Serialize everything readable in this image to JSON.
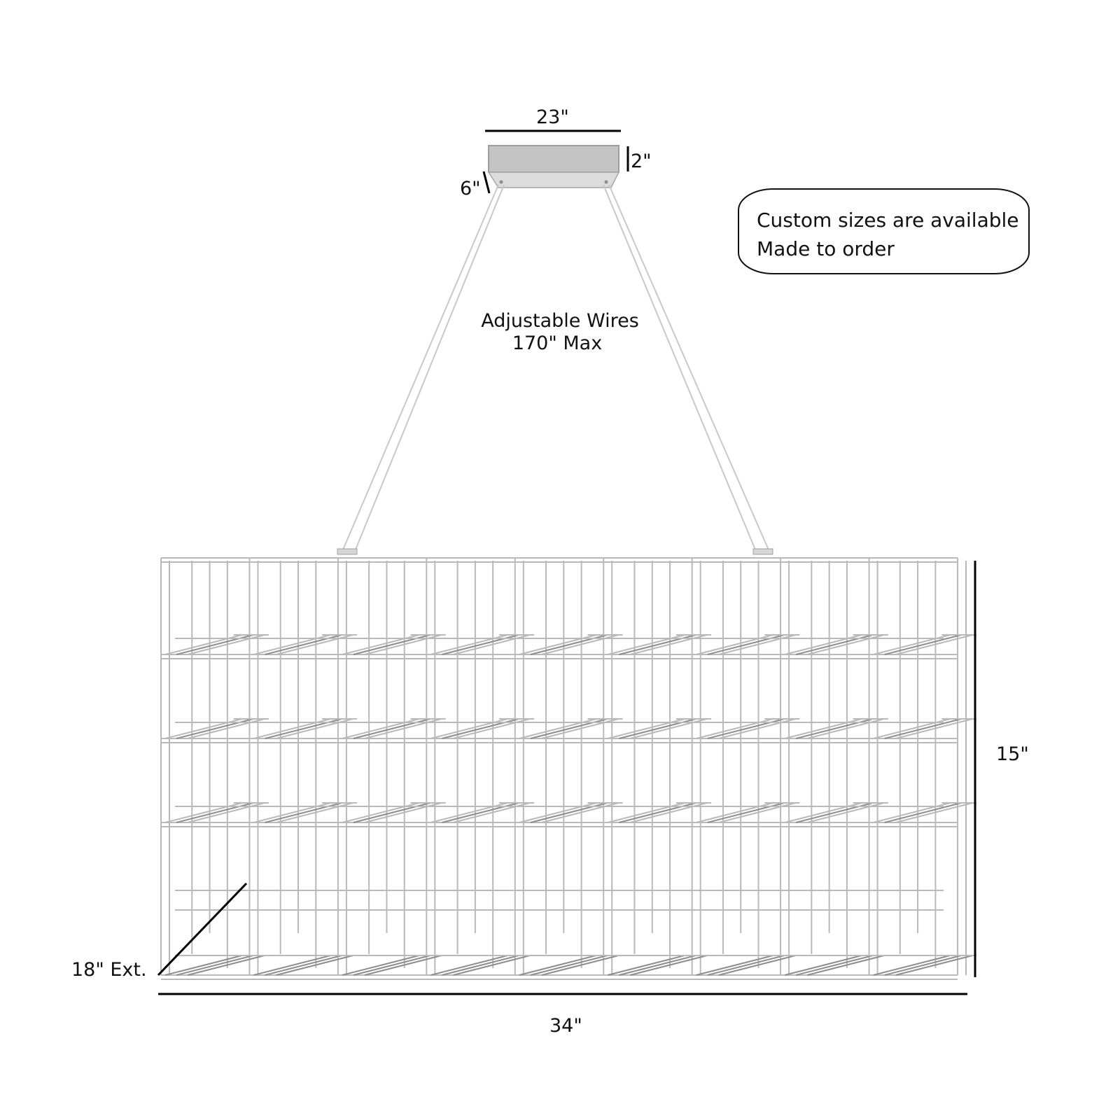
{
  "canopy": {
    "width_label": "23\"",
    "height_label": "2\"",
    "depth_label": "6\"",
    "color": "#bdbdbd"
  },
  "wires": {
    "line1": "Adjustable Wires",
    "line2": "170\" Max"
  },
  "note": {
    "line1": "Custom sizes are available",
    "line2": "Made to order"
  },
  "cage": {
    "width_label": "34\"",
    "height_label": "15\"",
    "extension_label": "18\" Ext."
  }
}
